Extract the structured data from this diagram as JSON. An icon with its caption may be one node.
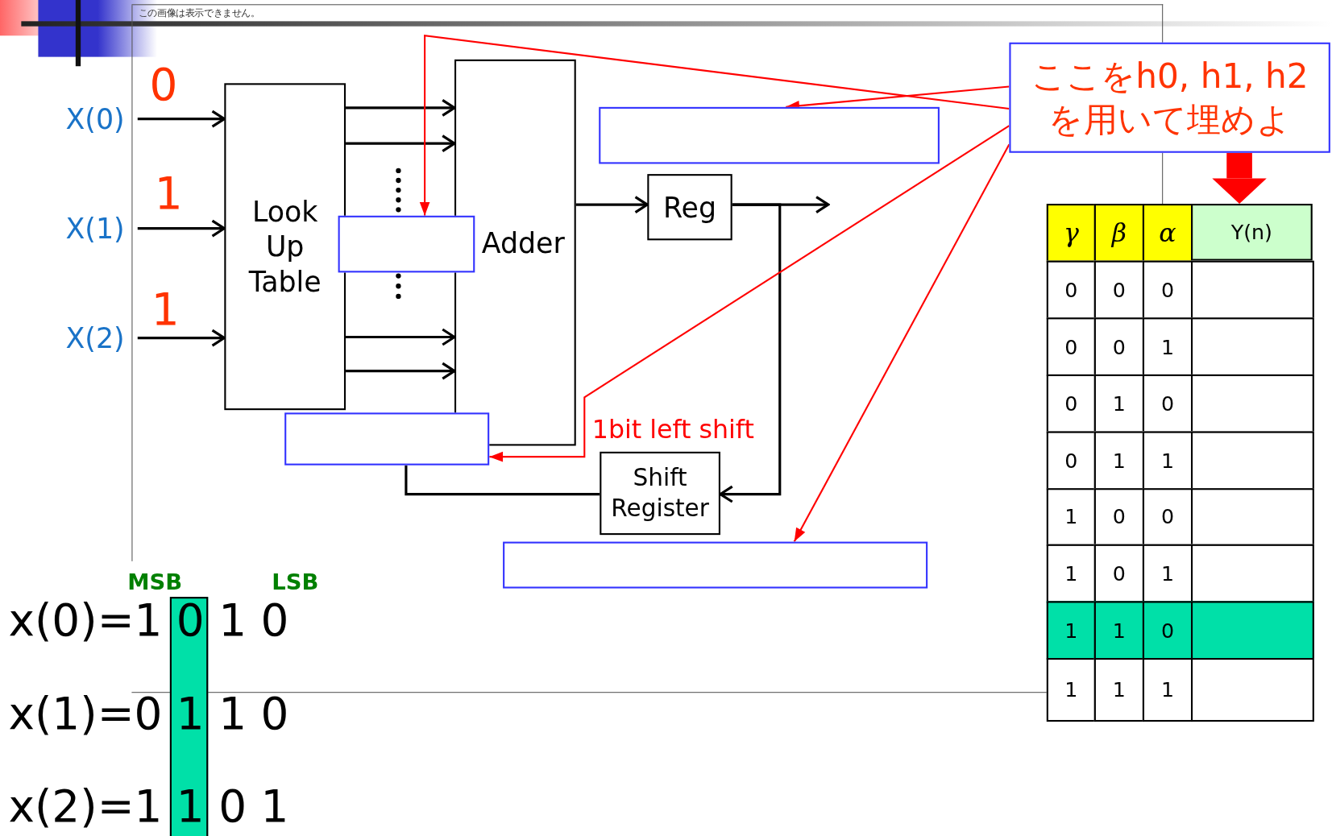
{
  "diagram": {
    "nodes": [
      {
        "text": [
          "X(0)"
        ],
        "beside": [
          "0"
        ]
      },
      {
        "text": [
          "X(1)"
        ],
        "beside": [
          "1"
        ]
      },
      {
        "text": [
          "X(2)"
        ],
        "beside": [
          "1"
        ]
      },
      {
        "text": [
          "Look Up Table"
        ]
      },
      {
        "text": [
          "Adder"
        ]
      },
      {
        "text": [
          "Reg"
        ]
      },
      {
        "text": [
          "Shift Register"
        ],
        "beside": [
          "1bit left shift"
        ]
      },
      {
        "text": [],
        "shape": "box"
      },
      {
        "text": [],
        "shape": "box"
      },
      {
        "text": [],
        "shape": "box"
      },
      {
        "text": [],
        "shape": "box"
      },
      {
        "text": [
          "ここをh0, h1, h2を用いて埋めよ"
        ]
      },
      {
        "text": [
          "Y(n)"
        ]
      }
    ],
    "edges": [
      {
        "from": 0,
        "to": 3,
        "arrow": "to"
      },
      {
        "from": 1,
        "to": 3,
        "arrow": "to"
      },
      {
        "from": 2,
        "to": 3,
        "arrow": "to"
      },
      {
        "from": 3,
        "to": 4,
        "arrow": "to"
      },
      {
        "from": 3,
        "to": 4,
        "arrow": "to"
      },
      {
        "from": 3,
        "to": 4,
        "arrow": "to"
      },
      {
        "from": 3,
        "to": 4,
        "arrow": "to"
      },
      {
        "from": 4,
        "to": 5,
        "arrow": "to"
      },
      {
        "from": 5,
        "to": null,
        "arrow": "to"
      },
      {
        "from": 5,
        "to": 6,
        "arrow": "to"
      },
      {
        "from": 6,
        "to": 9,
        "arrow": "none"
      },
      {
        "from": 11,
        "to": 7,
        "arrow": "to",
        "color": "#ff0000"
      },
      {
        "from": 11,
        "to": 8,
        "arrow": "to",
        "color": "#ff0000"
      },
      {
        "from": 11,
        "to": 9,
        "arrow": "to",
        "color": "#ff0000"
      },
      {
        "from": 11,
        "to": 10,
        "arrow": "to",
        "color": "#ff0000"
      },
      {
        "from": 11,
        "to": 12,
        "arrow": "to",
        "style": "thick",
        "color": "#ff0000"
      }
    ],
    "labels": [
      "この画像は表示できません。",
      "MSB",
      "LSB",
      "x(0)=1 0 1 0",
      "x(1)=0 1 1 0",
      "x(2)=1 1 0 1",
      "γ",
      "β",
      "α",
      "0",
      "0",
      "0",
      "0",
      "0",
      "1",
      "0",
      "1",
      "0",
      "0",
      "1",
      "1",
      "1",
      "0",
      "0",
      "1",
      "0",
      "1",
      "1",
      "1",
      "0",
      "1",
      "1",
      "1"
    ]
  }
}
